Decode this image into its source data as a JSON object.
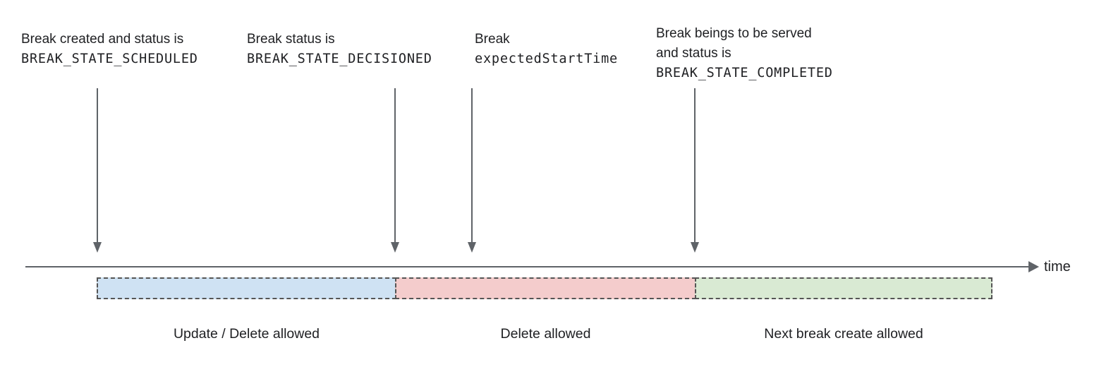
{
  "annotations": [
    {
      "name": "scheduled",
      "lines": [
        "Break created and status is",
        "BREAK_STATE_SCHEDULED"
      ]
    },
    {
      "name": "decisioned",
      "lines": [
        "Break status is",
        "BREAK_STATE_DECISIONED"
      ]
    },
    {
      "name": "expected-start-time",
      "lines": [
        "Break",
        "expectedStartTime"
      ]
    },
    {
      "name": "completed",
      "lines": [
        "Break beings to be served",
        "and status is",
        "BREAK_STATE_COMPLETED"
      ]
    }
  ],
  "timeline": {
    "axis_label": "time"
  },
  "segments": [
    {
      "label": "Update / Delete allowed",
      "fill": "#cfe2f3"
    },
    {
      "label": "Delete allowed",
      "fill": "#f4cccc"
    },
    {
      "label": "Next break create allowed",
      "fill": "#d9ead3"
    }
  ],
  "colors": {
    "text": "#202124",
    "arrow_line": "#5f6368",
    "segment_border": "#555555"
  }
}
